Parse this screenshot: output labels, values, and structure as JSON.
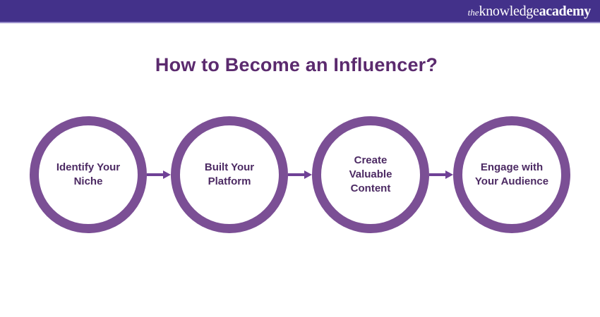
{
  "header": {
    "logo": {
      "prefix": "the",
      "word1": "knowledge",
      "word2": "academy"
    }
  },
  "title": "How to Become an Influencer?",
  "steps": [
    {
      "label": "Identify Your Niche",
      "lines": [
        "Identify Your",
        "Niche"
      ]
    },
    {
      "label": "Built Your Platform",
      "lines": [
        "Built Your",
        "Platform"
      ]
    },
    {
      "label": "Create Valuable Content",
      "lines": [
        "Create",
        "Valuable",
        "Content"
      ]
    },
    {
      "label": "Engage with Your Audience",
      "lines": [
        "Engage with",
        "Your Audience"
      ]
    }
  ],
  "connectors": {
    "icon": "arrow-right-icon",
    "count": 3
  },
  "colors": {
    "page_bg": "#ffffff",
    "header_bg": "#43318A",
    "header_line": "#9A8FCB",
    "title_color": "#5B2A6E",
    "circle_border": "#7B4F95",
    "circle_text": "#4C2A63",
    "arrow_color": "#6F4196"
  }
}
